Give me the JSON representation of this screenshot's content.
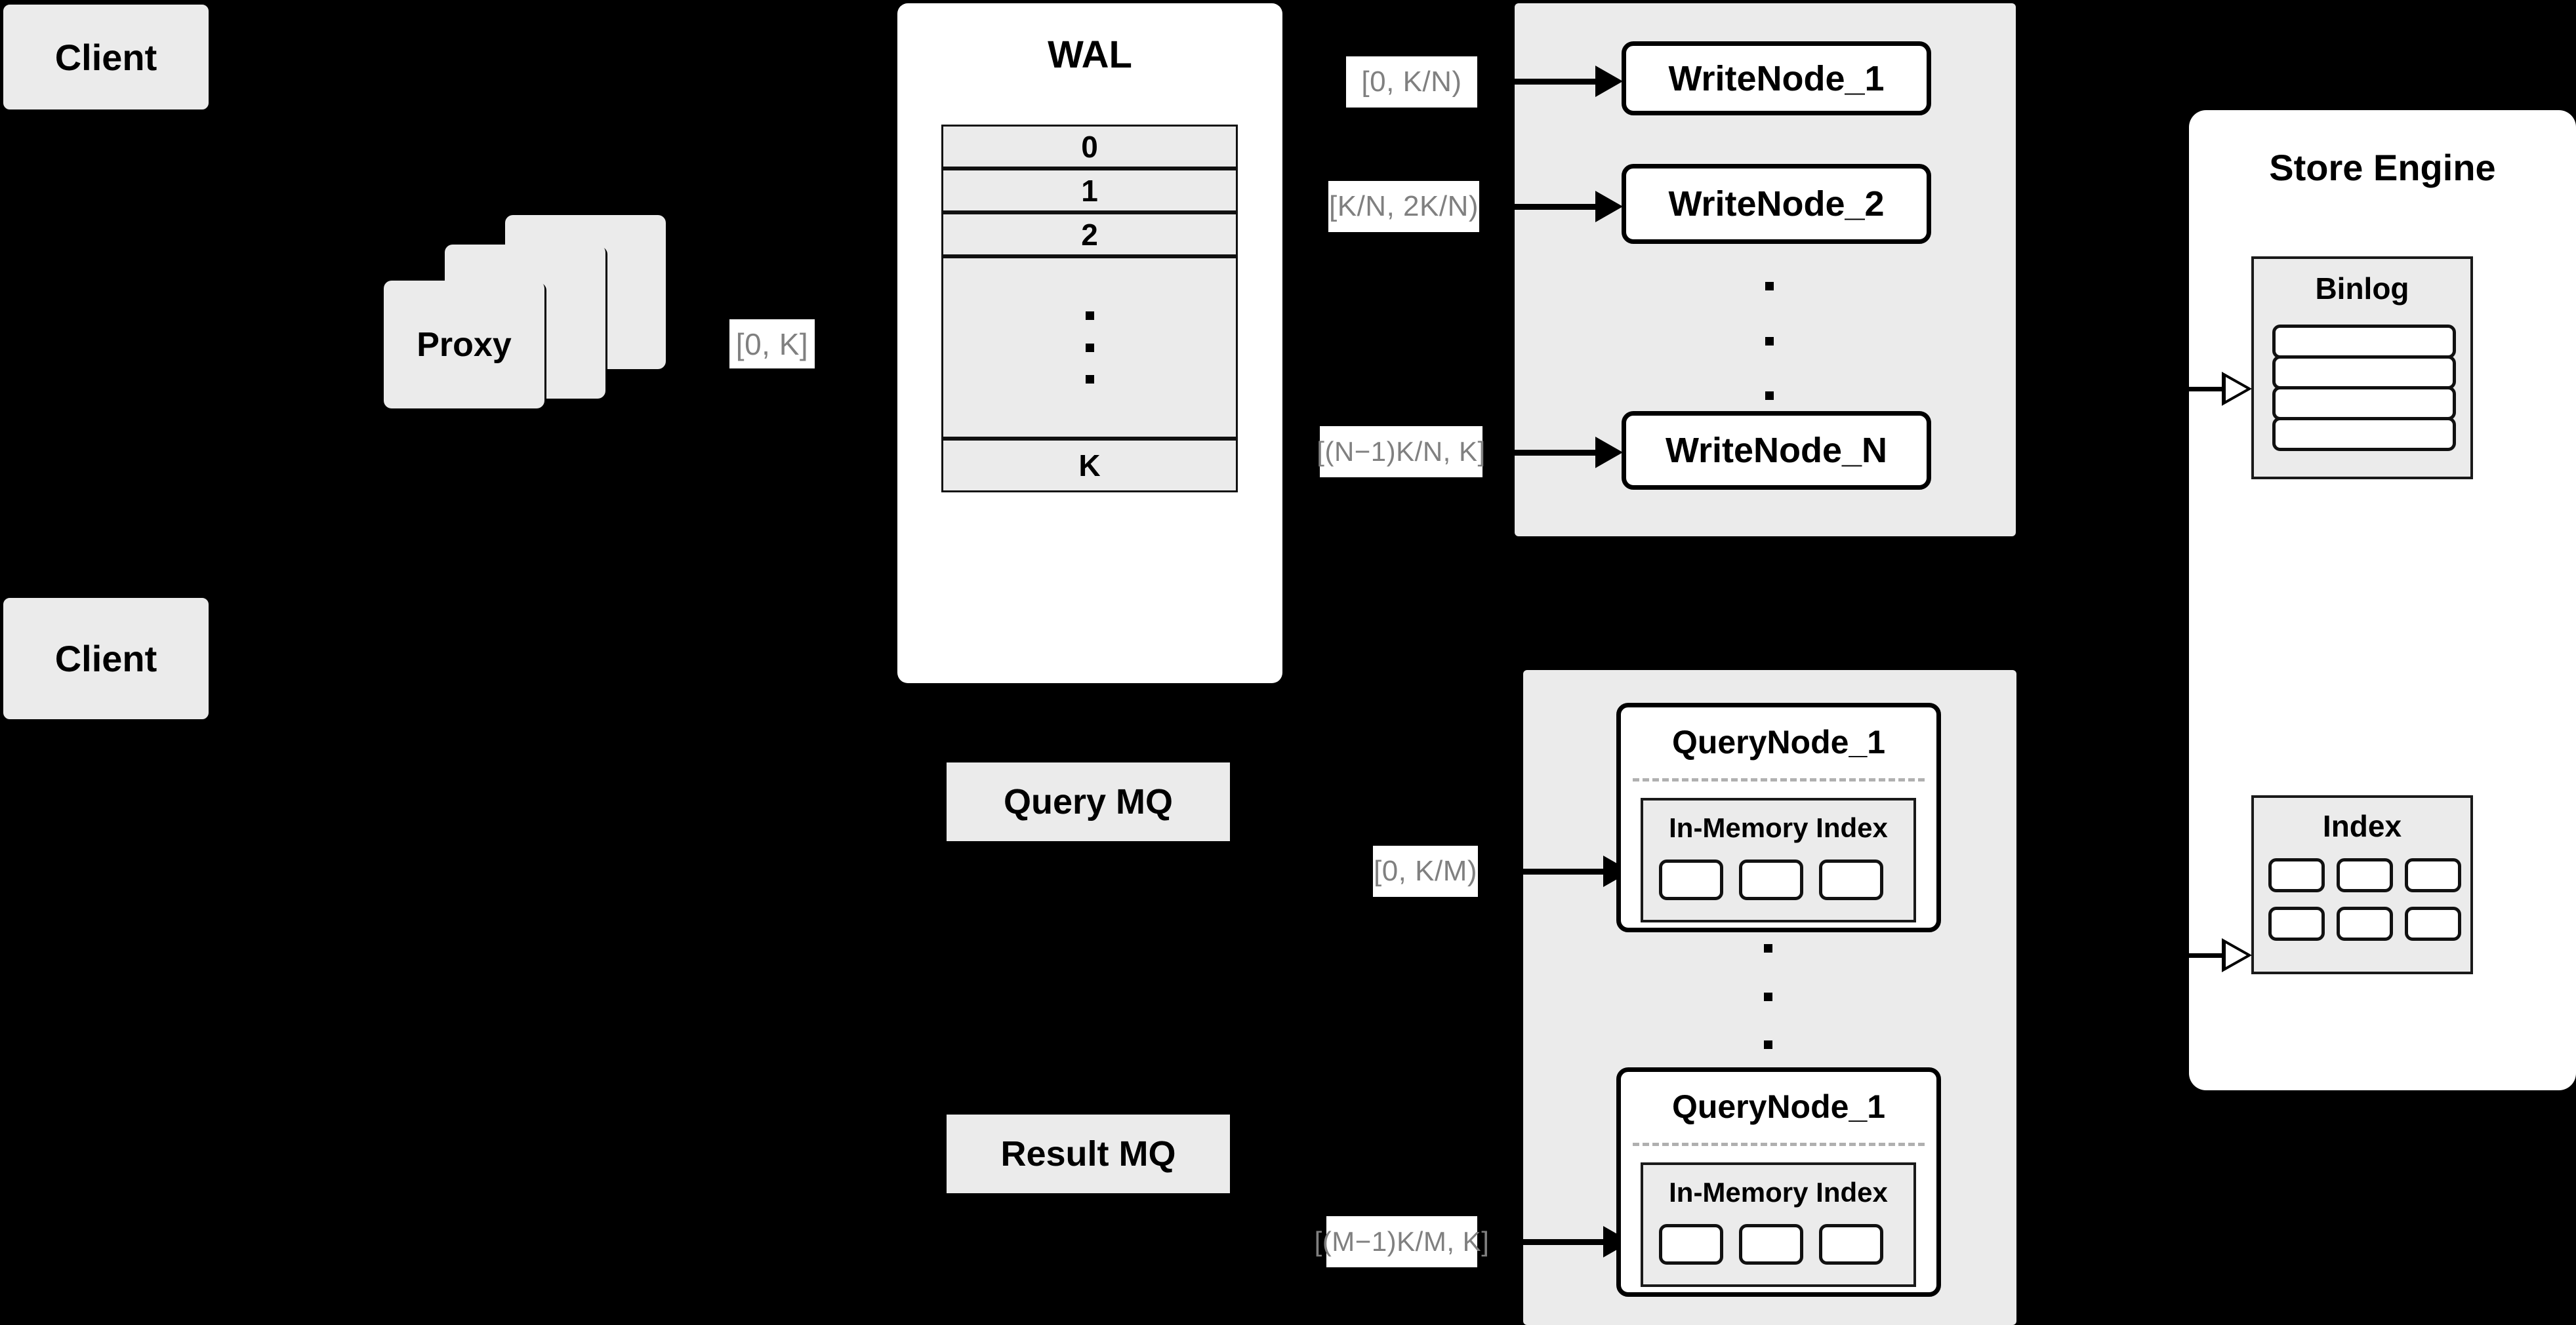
{
  "nodes": {
    "client_top": "Client",
    "client_bottom": "Client",
    "proxy": "Proxy",
    "wal_title": "WAL",
    "wal_rows": [
      "0",
      "1",
      "2",
      "⋮",
      "K"
    ],
    "query_mq": "Query MQ",
    "result_mq": "Result MQ",
    "store_engine": "Store Engine",
    "binlog": "Binlog",
    "index": "Index"
  },
  "write_nodes": [
    {
      "label": "WriteNode_1",
      "range": "[0,  K/N)"
    },
    {
      "label": "WriteNode_2",
      "range": "[K/N, 2K/N)"
    },
    {
      "label": "WriteNode_N",
      "range": "[(N−1)K/N,  K]"
    }
  ],
  "query_nodes": [
    {
      "label": "QueryNode_1",
      "index_title": "In-Memory Index",
      "range": "[0, K/M)"
    },
    {
      "label": "QueryNode_1",
      "index_title": "In-Memory Index",
      "range": "[(M−1)K/M, K]"
    }
  ],
  "labels": {
    "proxy_range": "[0, K]"
  },
  "colors": {
    "background": "#000000",
    "box_fill": "#ebebeb",
    "card_fill": "#ffffff",
    "stroke": "#111111",
    "label_text": "#808080"
  }
}
